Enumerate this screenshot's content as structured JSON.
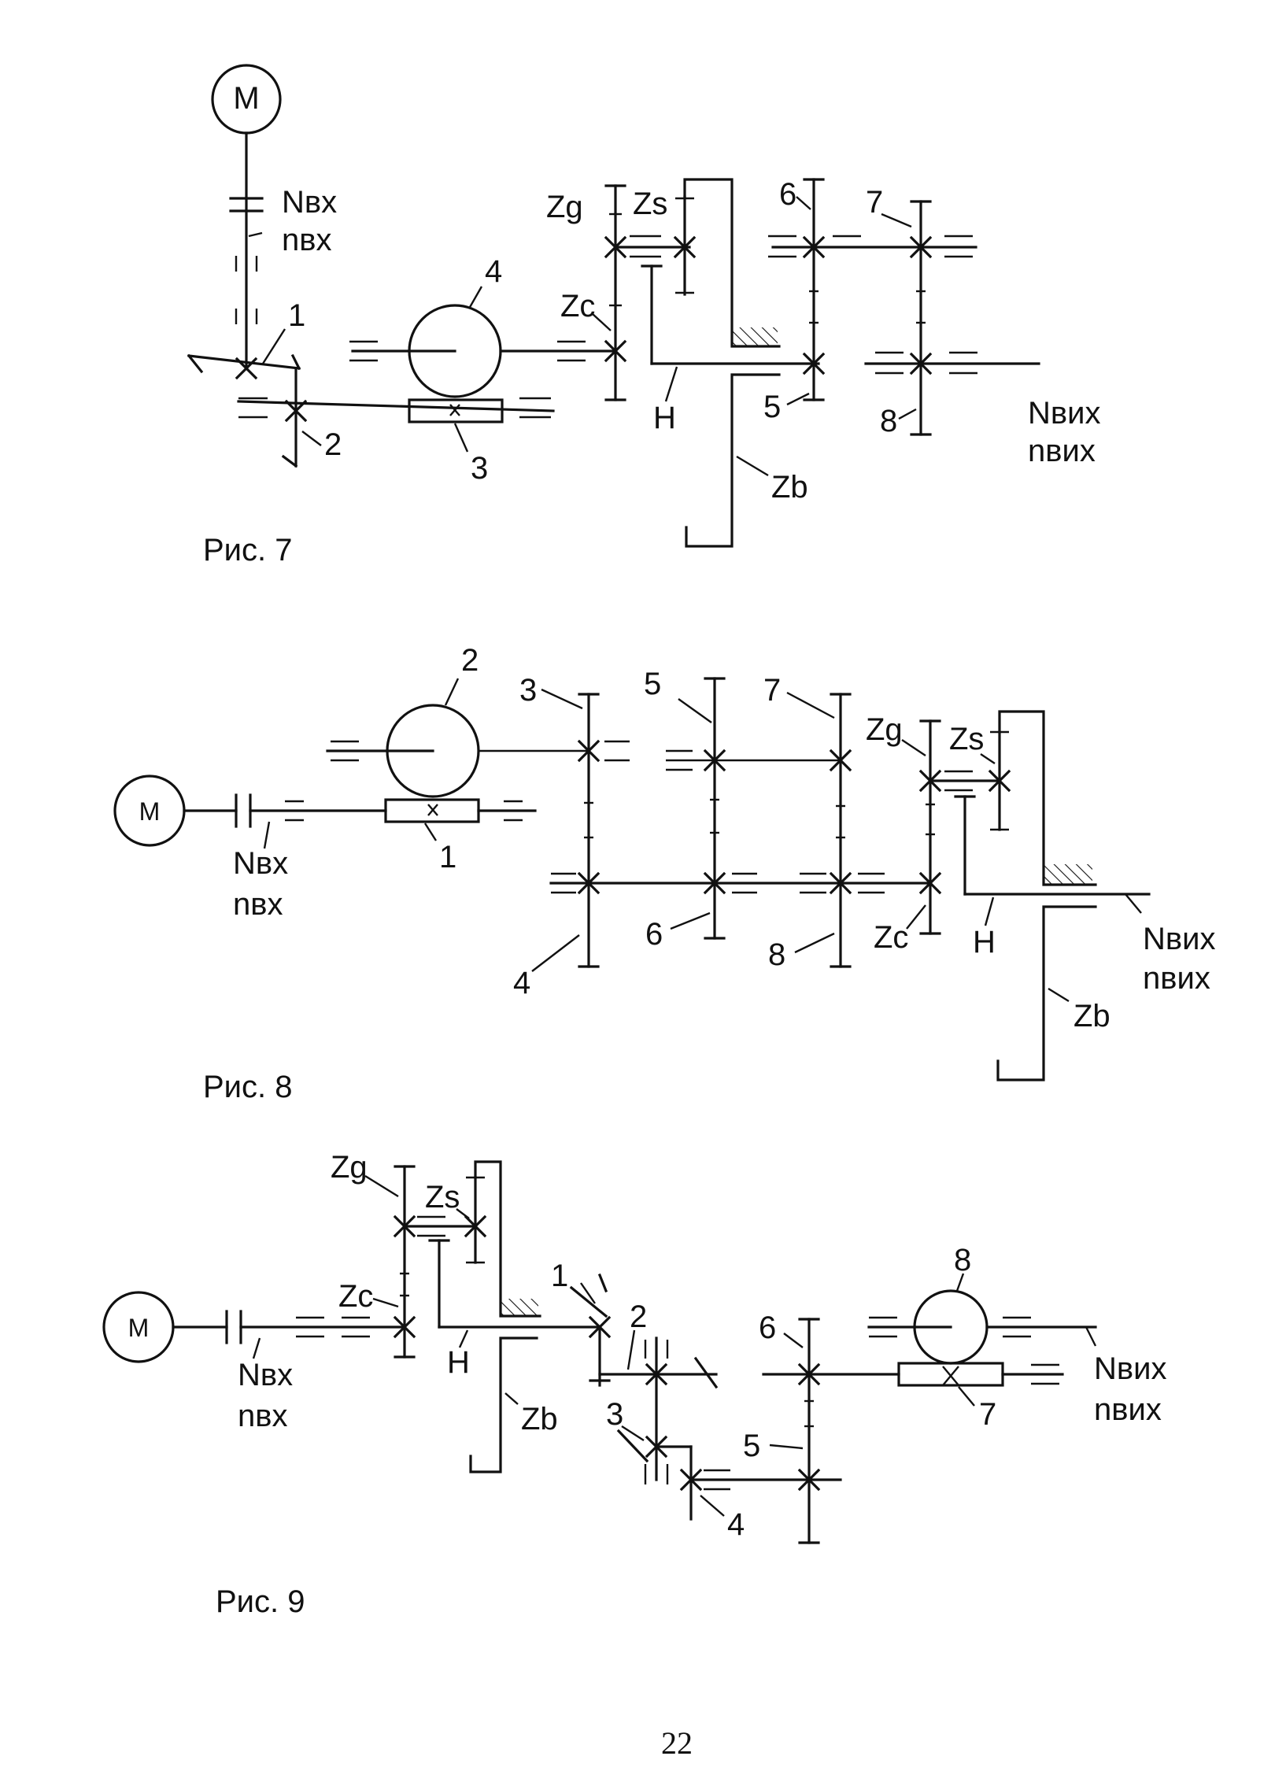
{
  "figures": [
    {
      "caption": "Рис. 7",
      "motor": "M",
      "input_labels": [
        "Nвх",
        "nвх"
      ],
      "output_labels": [
        "Nвих",
        "nвих"
      ],
      "gear_labels": [
        "1",
        "2",
        "3",
        "4",
        "5",
        "6",
        "7",
        "8"
      ],
      "planetary_labels": [
        "Zg",
        "Zs",
        "Zc",
        "H",
        "Zb"
      ]
    },
    {
      "caption": "Рис. 8",
      "motor": "M",
      "input_labels": [
        "Nвх",
        "nвх"
      ],
      "output_labels": [
        "Nвих",
        "nвих"
      ],
      "gear_labels": [
        "1",
        "2",
        "3",
        "4",
        "5",
        "6",
        "7",
        "8"
      ],
      "planetary_labels": [
        "Zg",
        "Zs",
        "Zc",
        "H",
        "Zb"
      ]
    },
    {
      "caption": "Рис. 9",
      "motor": "M",
      "input_labels": [
        "Nвх",
        "nвх"
      ],
      "output_labels": [
        "Nвих",
        "nвих"
      ],
      "gear_labels": [
        "1",
        "2",
        "3",
        "4",
        "5",
        "6",
        "7",
        "8"
      ],
      "planetary_labels": [
        "Zg",
        "Zs",
        "Zc",
        "H",
        "Zb"
      ]
    }
  ],
  "page_number": "22"
}
